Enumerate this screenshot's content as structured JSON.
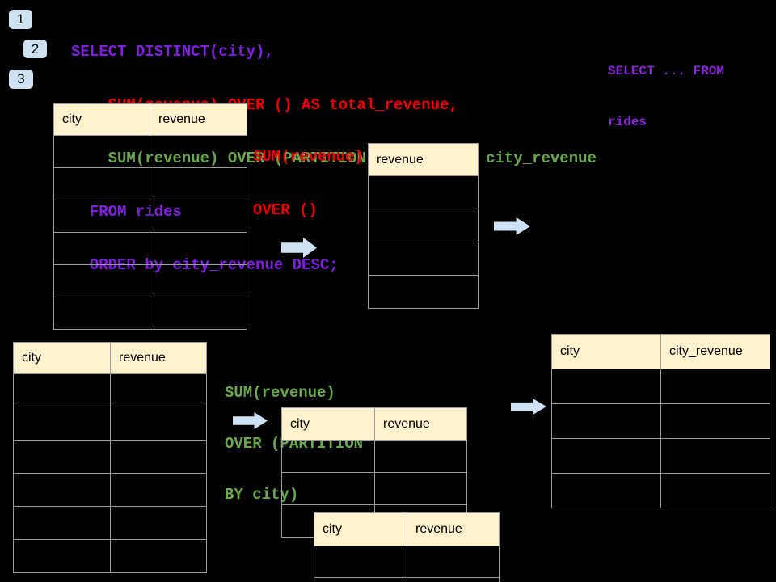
{
  "canvas": {
    "background": "#000000"
  },
  "colors": {
    "sql_purple": "#7f1fe0",
    "sql_red": "#ee0000",
    "sql_green": "#6aa84f",
    "table_header_bg": "#fff2cc",
    "table_border": "#9b9b9b",
    "arrow_fill": "#cfe2f3",
    "badge_bg": "#cfe2f3"
  },
  "icons": {
    "flow_arrow_icon": "block right arrow"
  },
  "steps": [
    {
      "label": "1"
    },
    {
      "label": "2"
    },
    {
      "label": "3"
    }
  ],
  "sql": {
    "lines": [
      {
        "text": "SELECT DISTINCT(city),",
        "color": "#7f1fe0"
      },
      {
        "text": "    SUM(revenue) OVER () AS total_revenue,",
        "color": "#ee0000"
      },
      {
        "text": "    SUM(revenue) OVER (PARTITION BY city) as city_revenue",
        "color": "#6aa84f"
      },
      {
        "text": "  FROM rides",
        "color": "#7f1fe0"
      },
      {
        "text": "  ORDER by city_revenue DESC;",
        "color": "#7f1fe0"
      }
    ]
  },
  "side_note": {
    "lines": [
      {
        "text": "SELECT ... FROM",
        "color": "#8a25d8"
      },
      {
        "text": "rides",
        "color": "#8a25d8"
      }
    ]
  },
  "annotation_total": {
    "lines": [
      {
        "text": "SUM(revenue)",
        "color": "#ee0000"
      },
      {
        "text": "OVER ()",
        "color": "#ee0000"
      }
    ]
  },
  "annotation_partition": {
    "lines": [
      {
        "text": "SUM(revenue)",
        "color": "#6aa84f"
      },
      {
        "text": "OVER (PARTITION",
        "color": "#6aa84f"
      },
      {
        "text": "BY city)",
        "color": "#6aa84f"
      }
    ]
  },
  "tables": {
    "source_top": {
      "headers": [
        "city",
        "revenue"
      ],
      "rows": 6
    },
    "total_result": {
      "headers": [
        "revenue"
      ],
      "rows": 4
    },
    "source_bottom": {
      "headers": [
        "city",
        "revenue"
      ],
      "rows": 6
    },
    "partition_mid": {
      "headers": [
        "city",
        "revenue"
      ],
      "rows": 3
    },
    "partition_front": {
      "headers": [
        "city",
        "revenue"
      ],
      "rows": 2
    },
    "final_result": {
      "headers": [
        "city",
        "city_revenue"
      ],
      "rows": 4
    }
  }
}
